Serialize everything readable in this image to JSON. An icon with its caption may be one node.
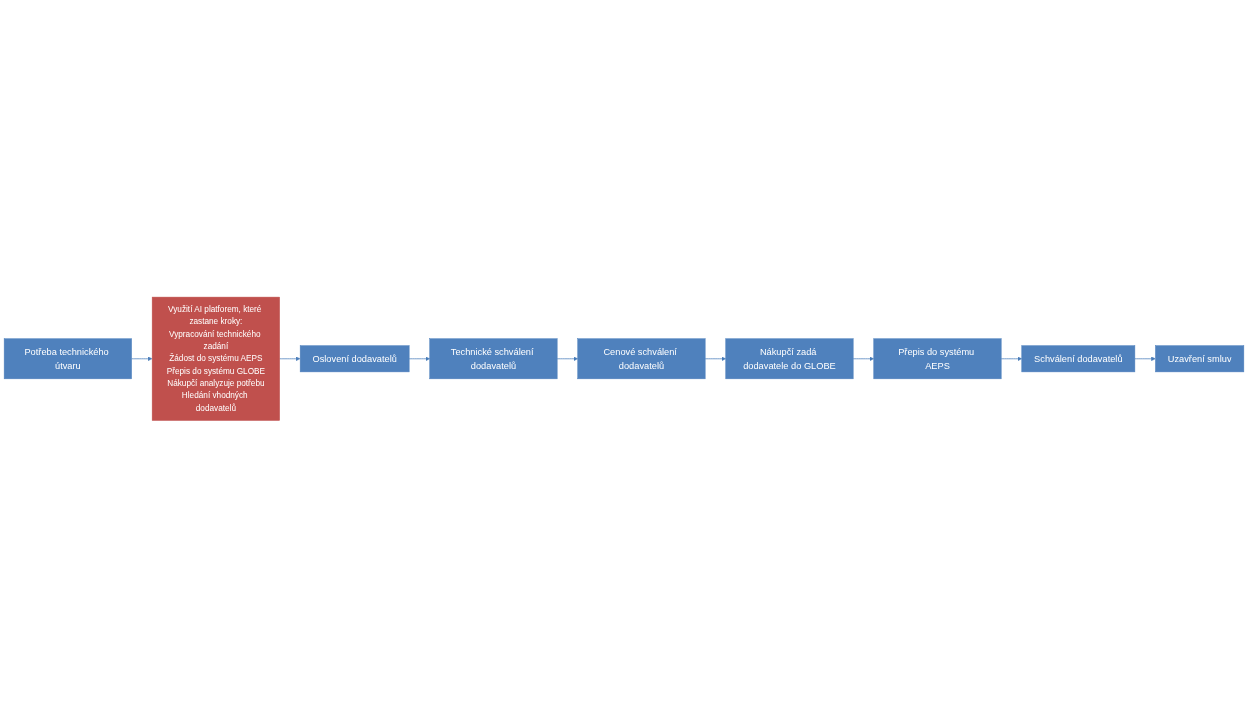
{
  "diagram": {
    "nodes": [
      {
        "text": [
          "Potřeba technického útvaru"
        ]
      },
      {
        "text": [
          "Využití AI platforem, které zastane kroky:",
          "Vypracování technického zadání",
          "Žádost do systému AEPS",
          "Přepis do systému GLOBE",
          "Nákupčí analyzuje potřebu",
          "Hledání vhodných dodavatelů"
        ]
      },
      {
        "text": [
          "Oslovení dodavatelů"
        ]
      },
      {
        "text": [
          "Technické schválení dodavatelů"
        ]
      },
      {
        "text": [
          "Cenové schválení dodavatelů"
        ]
      },
      {
        "text": [
          "Nákupčí zadá dodavatele do GLOBE"
        ]
      },
      {
        "text": [
          "Přepis do systému AEPS"
        ]
      },
      {
        "text": [
          "Schválení dodavatelů"
        ]
      },
      {
        "text": [
          "Uzavření smluv"
        ]
      }
    ],
    "edges": [
      {
        "from": 0,
        "to": 1,
        "arrow": "to"
      },
      {
        "from": 1,
        "to": 2,
        "arrow": "to"
      },
      {
        "from": 2,
        "to": 3,
        "arrow": "to"
      },
      {
        "from": 3,
        "to": 4,
        "arrow": "to"
      },
      {
        "from": 4,
        "to": 5,
        "arrow": "to"
      },
      {
        "from": 5,
        "to": 6,
        "arrow": "to"
      },
      {
        "from": 6,
        "to": 7,
        "arrow": "to"
      },
      {
        "from": 7,
        "to": 8,
        "arrow": "to"
      }
    ]
  }
}
